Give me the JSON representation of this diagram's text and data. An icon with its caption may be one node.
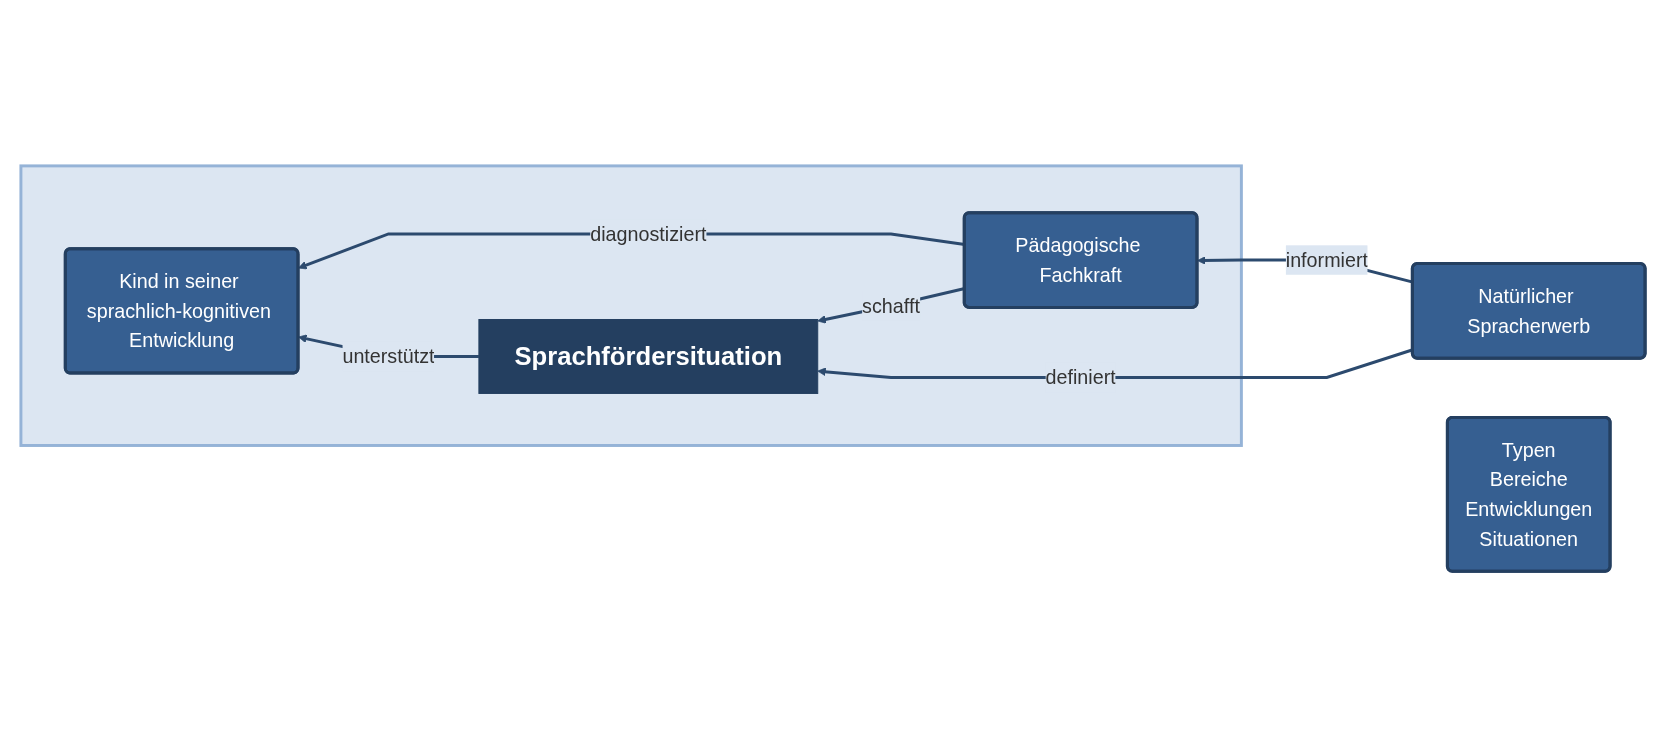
{
  "diagram": {
    "nodes": [
      {
        "text": [],
        "shape": "box"
      },
      {
        "text": [
          "Pädagogische Fachkraft"
        ],
        "in": 0
      },
      {
        "text": [
          "Kind in seiner sprachlich-kognitiven Entwicklung"
        ],
        "in": 0
      },
      {
        "text": [
          "Sprachfördersituation"
        ],
        "in": 0
      },
      {
        "text": [
          "Natürlicher Spracherwerb"
        ]
      },
      {
        "text": [
          "Typen",
          "Bereiche",
          "Entwicklungen",
          "Situationen"
        ]
      }
    ],
    "edges": [
      {
        "from": 1,
        "to": 2,
        "arrow": "to",
        "label": "diagnostiziert"
      },
      {
        "from": 1,
        "to": 3,
        "arrow": "to",
        "label": "schafft"
      },
      {
        "from": 3,
        "to": 2,
        "arrow": "to",
        "label": "unterstützt"
      },
      {
        "from": 4,
        "to": 1,
        "arrow": "to",
        "label": "informiert"
      },
      {
        "from": 4,
        "to": 3,
        "arrow": "to",
        "label": "definiert"
      }
    ]
  }
}
